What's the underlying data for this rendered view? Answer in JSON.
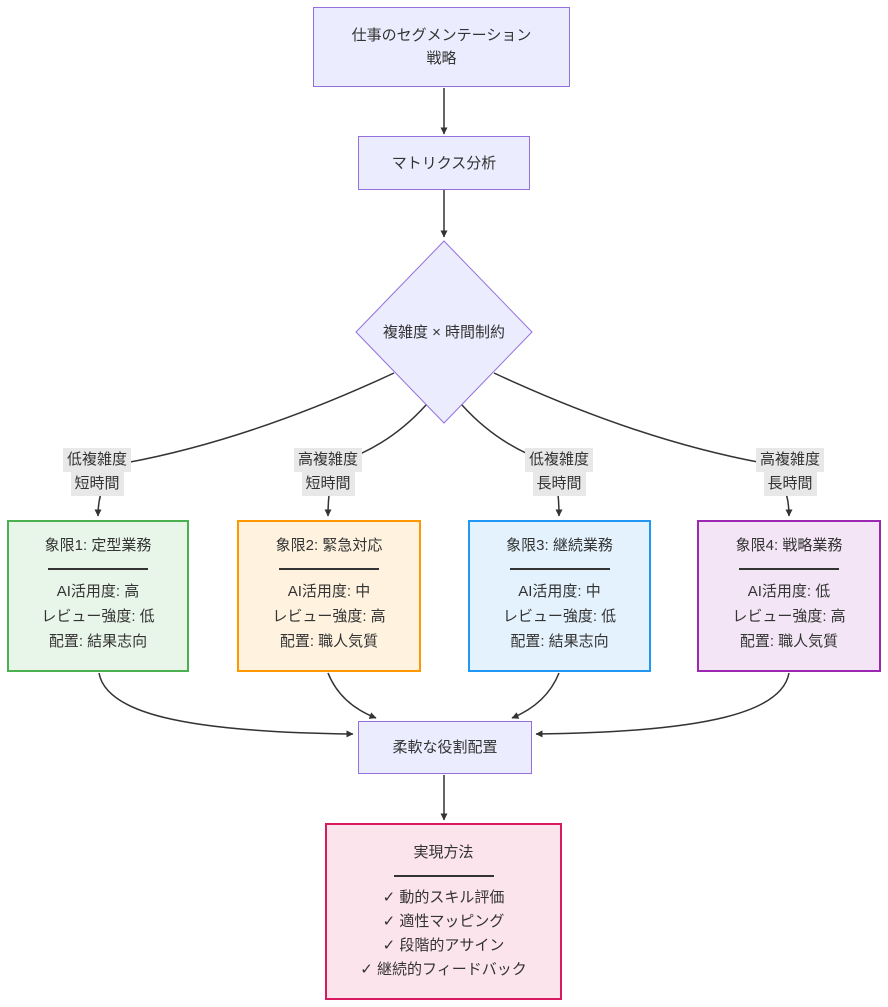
{
  "colors": {
    "canvas": "#ffffff",
    "edge": "#333333",
    "text": "#333333",
    "node_fill": "#ececff",
    "node_border": "#9370db",
    "label_bg": "#e8e8e8"
  },
  "nodes": {
    "title": {
      "line1": "仕事のセグメンテーション",
      "line2": "戦略"
    },
    "matrix": {
      "label": "マトリクス分析"
    },
    "decision": {
      "label": "複雑度 × 時間制約"
    },
    "flex": {
      "label": "柔軟な役割配置"
    },
    "quadrants": [
      {
        "title": "象限1: 定型業務",
        "lines": [
          "AI活用度: 高",
          "レビュー強度: 低",
          "配置: 結果志向"
        ],
        "border": "#4caf50",
        "fill": "#e8f5e9"
      },
      {
        "title": "象限2: 緊急対応",
        "lines": [
          "AI活用度: 中",
          "レビュー強度: 高",
          "配置: 職人気質"
        ],
        "border": "#ff9800",
        "fill": "#fff3e0"
      },
      {
        "title": "象限3: 継続業務",
        "lines": [
          "AI活用度: 中",
          "レビュー強度: 低",
          "配置: 結果志向"
        ],
        "border": "#2196f3",
        "fill": "#e3f2fd"
      },
      {
        "title": "象限4: 戦略業務",
        "lines": [
          "AI活用度: 低",
          "レビュー強度: 高",
          "配置: 職人気質"
        ],
        "border": "#9c27b0",
        "fill": "#f3e5f5"
      }
    ],
    "impl": {
      "title": "実現方法",
      "items": [
        "✓ 動的スキル評価",
        "✓ 適性マッピング",
        "✓ 段階的アサイン",
        "✓ 継続的フィードバック"
      ],
      "border": "#d81b60",
      "fill": "#fce4ec"
    }
  },
  "edge_labels": [
    {
      "line1": "低複雑度",
      "line2": "短時間"
    },
    {
      "line1": "高複雑度",
      "line2": "短時間"
    },
    {
      "line1": "低複雑度",
      "line2": "長時間"
    },
    {
      "line1": "高複雑度",
      "line2": "長時間"
    }
  ]
}
